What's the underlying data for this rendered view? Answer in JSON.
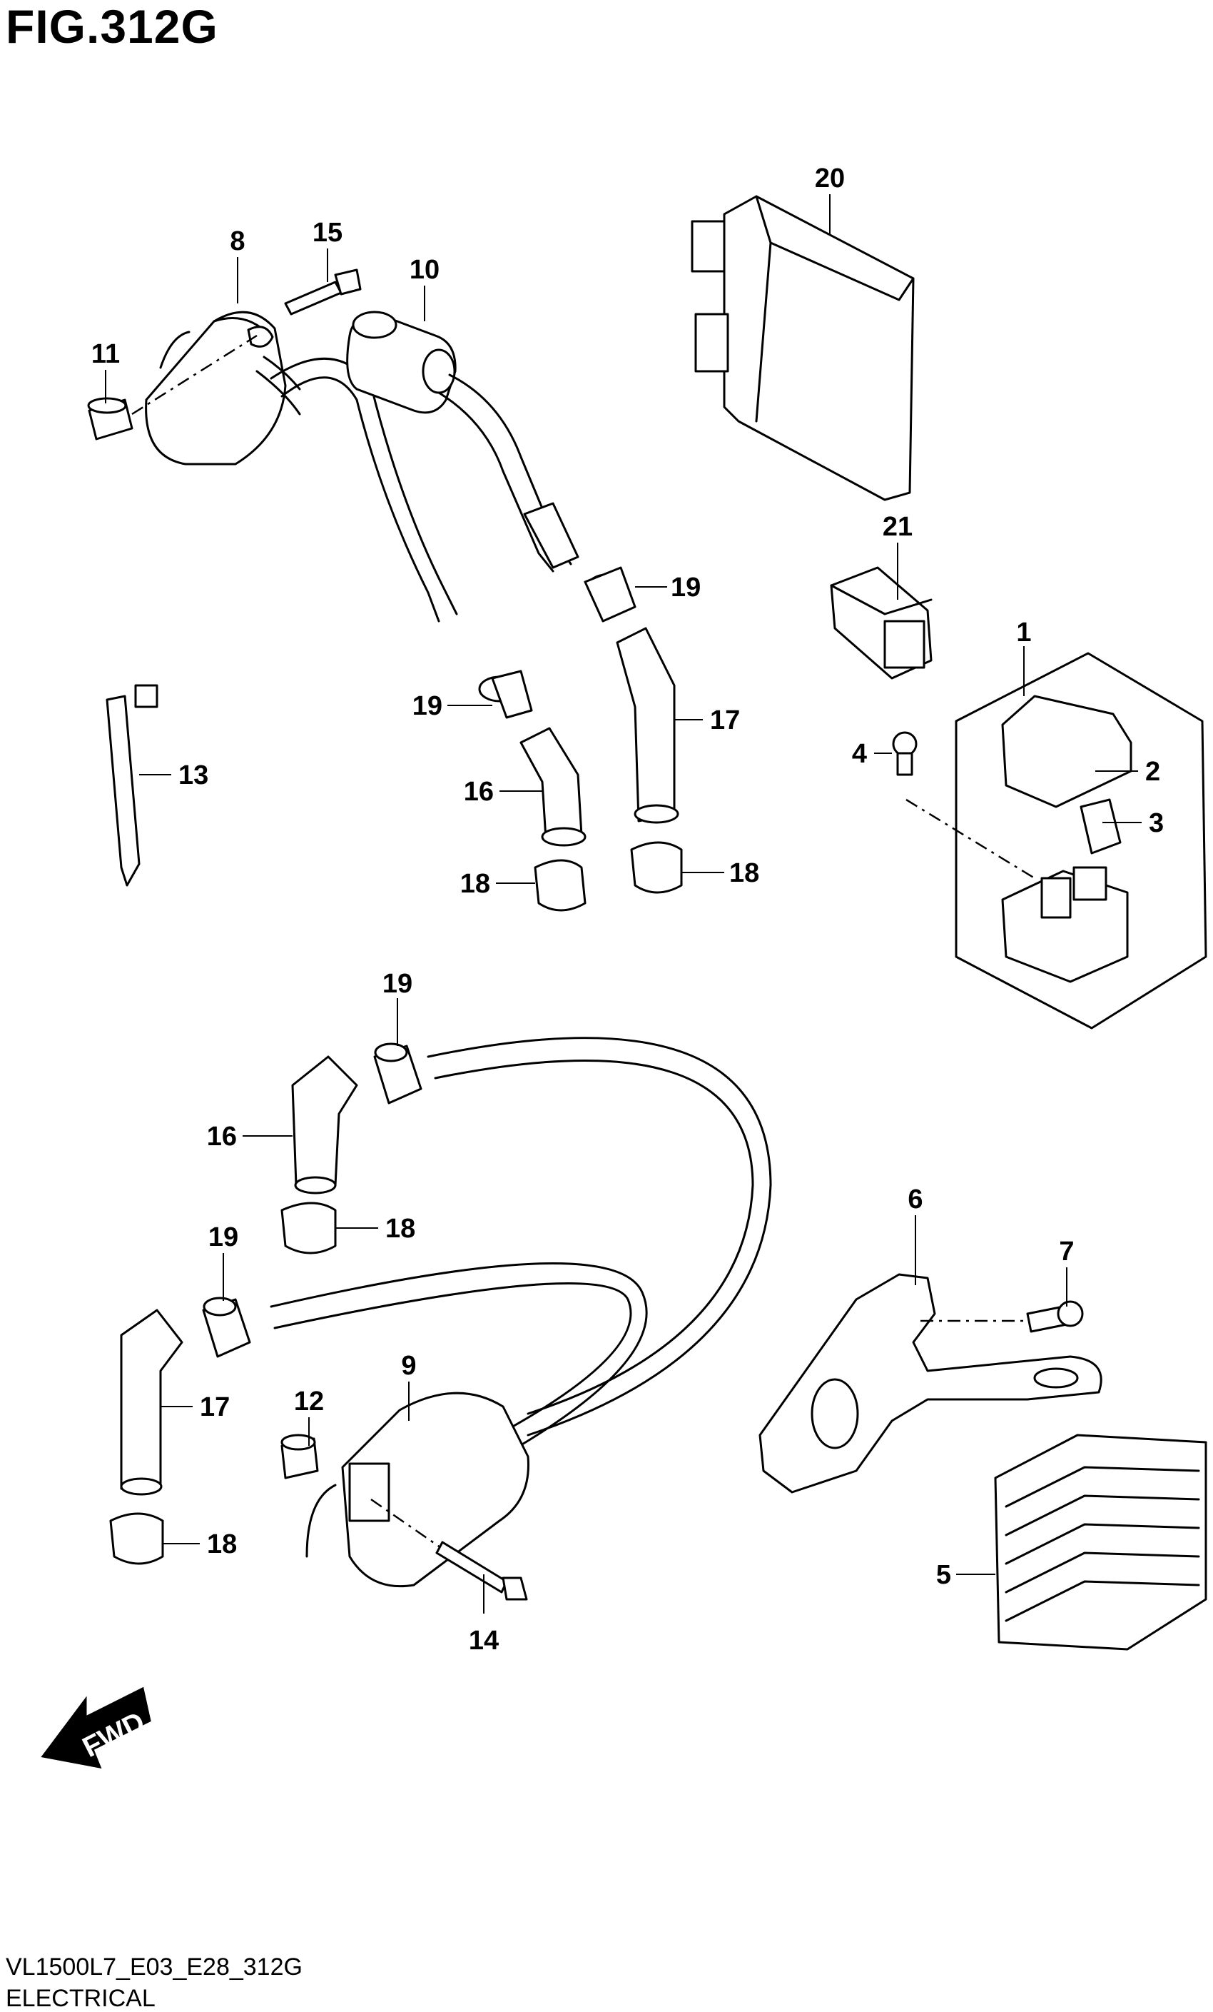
{
  "header": {
    "title": "FIG.312G"
  },
  "footer": {
    "model_code": "VL1500L7_E03_E28_312G",
    "section_name": "ELECTRICAL"
  },
  "direction_marker": {
    "label": "FWD"
  },
  "callouts": [
    {
      "id": "c1",
      "label": "1"
    },
    {
      "id": "c2",
      "label": "2"
    },
    {
      "id": "c3",
      "label": "3"
    },
    {
      "id": "c4",
      "label": "4"
    },
    {
      "id": "c5",
      "label": "5"
    },
    {
      "id": "c6",
      "label": "6"
    },
    {
      "id": "c7",
      "label": "7"
    },
    {
      "id": "c8",
      "label": "8"
    },
    {
      "id": "c9",
      "label": "9"
    },
    {
      "id": "c10",
      "label": "10"
    },
    {
      "id": "c11",
      "label": "11"
    },
    {
      "id": "c12",
      "label": "12"
    },
    {
      "id": "c13",
      "label": "13"
    },
    {
      "id": "c14",
      "label": "14"
    },
    {
      "id": "c15",
      "label": "15"
    },
    {
      "id": "c16a",
      "label": "16"
    },
    {
      "id": "c16b",
      "label": "16"
    },
    {
      "id": "c17a",
      "label": "17"
    },
    {
      "id": "c17b",
      "label": "17"
    },
    {
      "id": "c18a",
      "label": "18"
    },
    {
      "id": "c18b",
      "label": "18"
    },
    {
      "id": "c18c",
      "label": "18"
    },
    {
      "id": "c18d",
      "label": "18"
    },
    {
      "id": "c19a",
      "label": "19"
    },
    {
      "id": "c19b",
      "label": "19"
    },
    {
      "id": "c19c",
      "label": "19"
    },
    {
      "id": "c19d",
      "label": "19"
    },
    {
      "id": "c20",
      "label": "20"
    },
    {
      "id": "c21",
      "label": "21"
    }
  ]
}
